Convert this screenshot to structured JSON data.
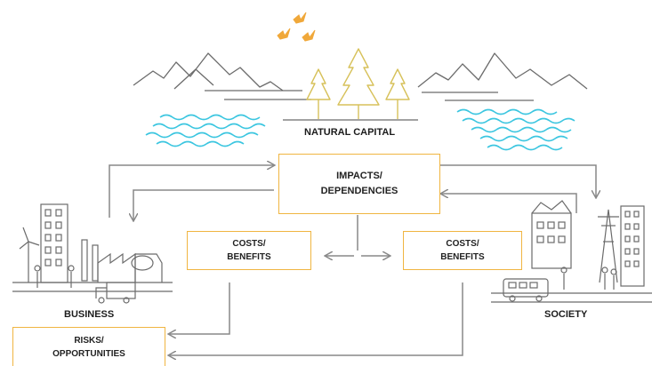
{
  "labels": {
    "natural_capital": "NATURAL CAPITAL",
    "business": "BUSINESS",
    "society": "SOCIETY"
  },
  "boxes": {
    "impacts_line1": "IMPACTS/",
    "impacts_line2": "DEPENDENCIES",
    "costs_left_line1": "COSTS/",
    "costs_left_line2": "BENEFITS",
    "costs_right_line1": "COSTS/",
    "costs_right_line2": "BENEFITS",
    "risks_line1": "RISKS/",
    "risks_line2": "OPPORTUNITIES"
  },
  "colors": {
    "trees": "#d7c15a",
    "birds": "#f0a83a",
    "water": "#3cc6e0",
    "outline": "#6b6b6b",
    "box_border": "#f0b541"
  },
  "icons": [
    "birds-icon",
    "mountains-icon",
    "pine-trees-icon",
    "water-waves-icon",
    "factory-icon",
    "wind-turbine-icon",
    "truck-icon",
    "bus-icon",
    "house-icon",
    "power-pylon-icon",
    "people-icon"
  ]
}
